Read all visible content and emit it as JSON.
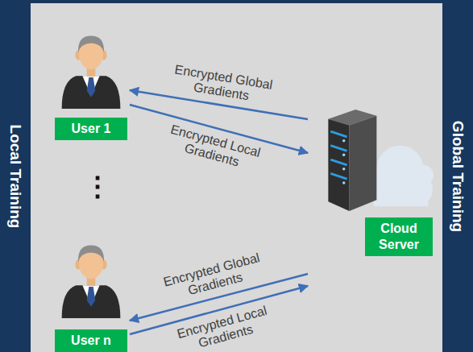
{
  "diagram": {
    "nodes": [
      {
        "text": [
          "Local Training"
        ]
      },
      {
        "text": [
          "User 1"
        ]
      },
      {
        "text": [
          "User n"
        ]
      },
      {
        "text": [
          "Cloud Server"
        ]
      },
      {
        "text": [
          "Global Training"
        ]
      }
    ],
    "edges": [
      {
        "from": 3,
        "to": 1,
        "label": "Encrypted Global Gradients",
        "arrow": "to"
      },
      {
        "from": 1,
        "to": 3,
        "label": "Encrypted Local Gradients",
        "arrow": "to"
      },
      {
        "from": 3,
        "to": 2,
        "label": "Encrypted Global Gradients",
        "arrow": "to"
      },
      {
        "from": 2,
        "to": 3,
        "label": "Encrypted Local Gradients",
        "arrow": "to"
      }
    ],
    "labels": [
      "⋮"
    ]
  }
}
